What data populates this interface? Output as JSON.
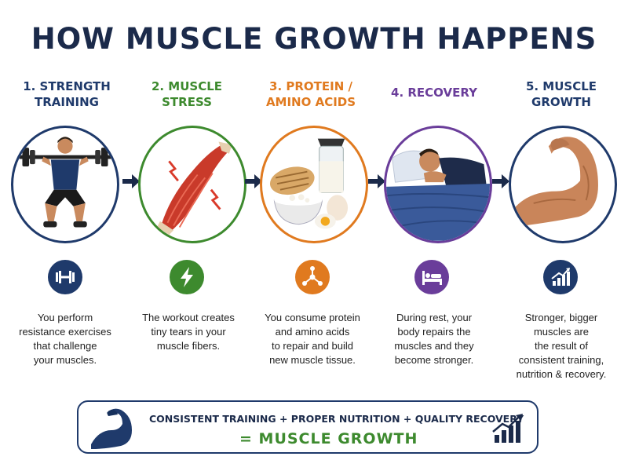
{
  "title": "HOW MUSCLE GROWTH HAPPENS",
  "steps": [
    {
      "title_line1": "1. STRENGTH",
      "title_line2": "TRAINING",
      "color": "#1f3a6b",
      "icon": "dumbbell-icon",
      "desc": [
        "You perform",
        "resistance exercises",
        "that challenge",
        "your muscles."
      ]
    },
    {
      "title_line1": "2. MUSCLE",
      "title_line2": "STRESS",
      "color": "#3d8a2e",
      "icon": "lightning-icon",
      "desc": [
        "The workout creates",
        "tiny tears in your",
        "muscle fibers."
      ]
    },
    {
      "title_line1": "3. PROTEIN /",
      "title_line2": "AMINO ACIDS",
      "color": "#e07a1f",
      "icon": "molecule-icon",
      "desc": [
        "You consume protein",
        "and amino acids",
        "to repair and build",
        "new muscle tissue."
      ]
    },
    {
      "title_line1": "4. RECOVERY",
      "title_line2": "",
      "color": "#6a3d9a",
      "icon": "bed-icon",
      "desc": [
        "During rest, your",
        "body repairs the",
        "muscles and they",
        "become stronger."
      ]
    },
    {
      "title_line1": "5. MUSCLE",
      "title_line2": "GROWTH",
      "color": "#1f3a6b",
      "icon": "growth-chart-icon",
      "desc": [
        "Stronger, bigger",
        "muscles are",
        "the result of",
        "consistent training,",
        "nutrition & recovery."
      ]
    }
  ],
  "summary": {
    "formula": "CONSISTENT TRAINING  +  PROPER NUTRITION + QUALITY RECOVERY",
    "result": "= MUSCLE GROWTH",
    "result_color": "#3d8a2e",
    "left_icon": "flexed-arm-icon",
    "right_icon": "growth-chart-icon"
  }
}
